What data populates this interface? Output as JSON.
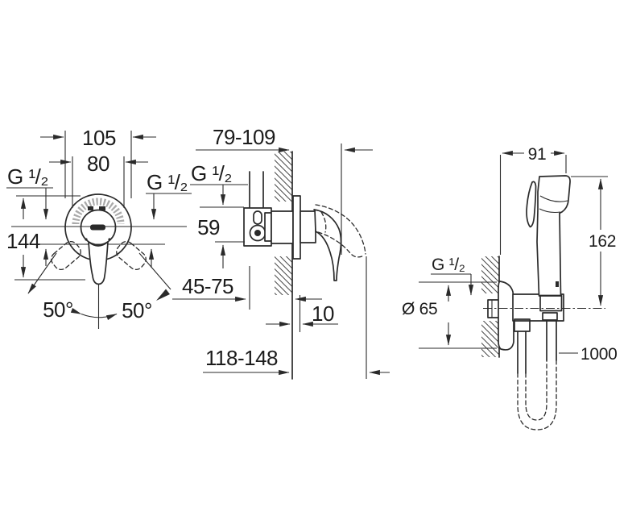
{
  "labels": {
    "front": {
      "overall_width": "105",
      "port_spacing": "80",
      "thread_left": "G ¹/₂",
      "thread_right": "G ¹/₂",
      "overall_height": "144",
      "swing_left": "50°",
      "swing_right": "50°"
    },
    "side": {
      "projection": "79-109",
      "thread": "G ¹/₂",
      "port_height": "59",
      "mounting_depth": "45-75",
      "plate_offset": "10",
      "lever_projection": "118-148"
    },
    "hand_shower": {
      "head_width": "91",
      "height": "162",
      "thread": "G ¹/₂",
      "flange_diameter": "Ø 65",
      "hose_length": "1000"
    }
  },
  "colors": {
    "line": "#2a2a2a",
    "background": "#ffffff"
  }
}
